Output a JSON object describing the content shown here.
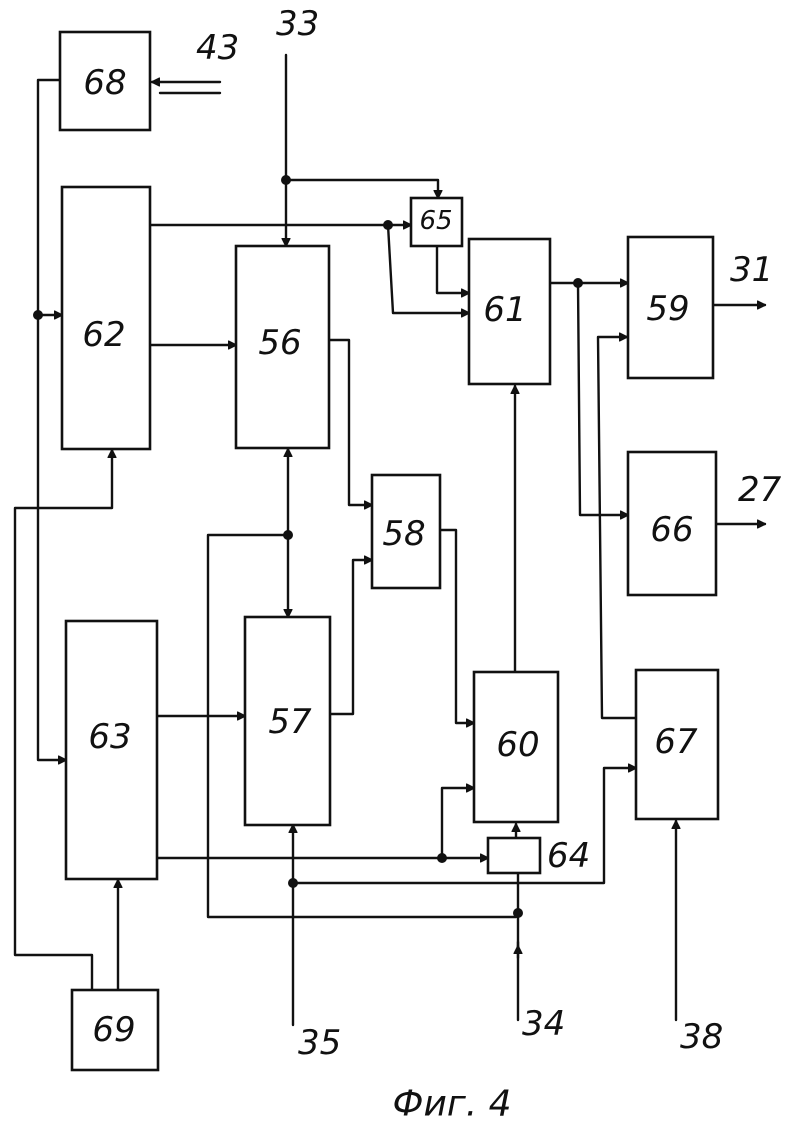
{
  "blocks": {
    "b68": "68",
    "b62": "62",
    "b63": "63",
    "b69": "69",
    "b56": "56",
    "b57": "57",
    "b58": "58",
    "b65": "65",
    "b64": "64",
    "b61": "61",
    "b60": "60",
    "b59": "59",
    "b66": "66",
    "b67": "67"
  },
  "ports": {
    "p43": "43",
    "p33": "33",
    "p31": "31",
    "p27": "27",
    "p35": "35",
    "p34": "34",
    "p38": "38"
  },
  "caption": "Фиг. 4"
}
